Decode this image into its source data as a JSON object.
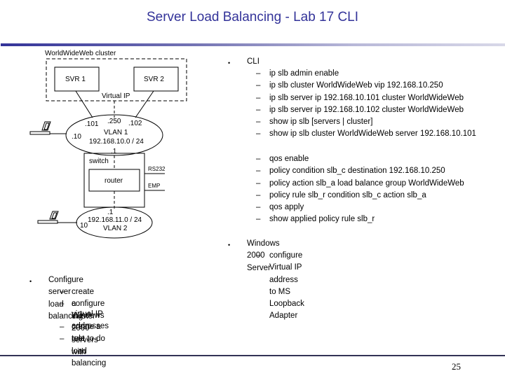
{
  "title": "Server Load Balancing - Lab 17 CLI",
  "page_number": "25",
  "diagram": {
    "cluster_label": "WorldWideWeb cluster",
    "svr1": "SVR 1",
    "svr2": "SVR 2",
    "virtual_ip": "Virtual IP",
    "vlan1": {
      "ip101": ".101",
      "ip250": ".250",
      "ip102": ".102",
      "ip10": ".10",
      "name": "VLAN 1",
      "subnet": "192.168.10.0 / 24",
      "gw": ".1"
    },
    "switch": "switch",
    "router": "router",
    "rs232": "RS232",
    "emp": "EMP",
    "vlan2": {
      "gw": ".1",
      "ip10": "10",
      "subnet": "192.168.11.0 / 24",
      "name": "VLAN 2"
    }
  },
  "cli": {
    "bullet": "•",
    "heading": "CLI",
    "dash": "–",
    "group1": [
      "ip slb admin enable",
      "ip slb cluster WorldWideWeb vip 192.168.10.250",
      "ip slb server ip 192.168.10.101 cluster WorldWideWeb",
      "ip slb server ip 192.168.10.102 cluster WorldWideWeb",
      "show ip slb [servers | cluster]",
      "show ip slb cluster WorldWideWeb server 192.168.10.101"
    ],
    "group2": [
      "qos enable",
      "policy condition slb_c destination 192.168.10.250",
      "policy action slb_a load balance group WorldWideWeb",
      "policy rule slb_r condition slb_c action slb_a",
      "qos apply",
      "show applied policy rule slb_r"
    ]
  },
  "windows": {
    "heading": "Windows 2000 Server",
    "items": [
      "configure Virtual IP address to MS Loopback Adapter"
    ]
  },
  "configure": {
    "heading": "Configure server load balancing",
    "items": [
      "create a cluster",
      "configure Windows 2000 servers with",
      "virtual IP addresses",
      "create a rule to do load balancing",
      "test"
    ]
  }
}
